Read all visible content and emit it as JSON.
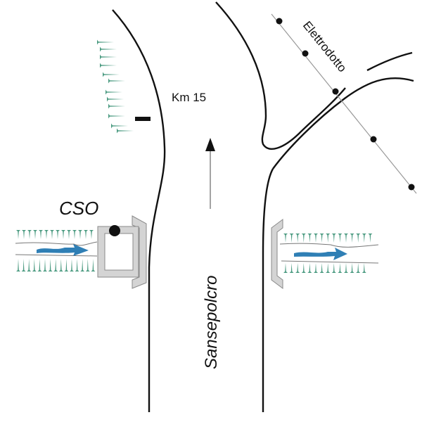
{
  "labels": {
    "km": "Km 15",
    "cso": "CSO",
    "direction": "Sansepolcro",
    "powerline": "Elettrodotto"
  },
  "colors": {
    "road": "#111111",
    "vegetation": "#4a9a80",
    "water": "#2f7fb5",
    "culvert": "#d4d4d4",
    "culvert_edge": "#8a8a8a",
    "powerline": "#999999",
    "pylon": "#111111",
    "bank": "#777777"
  },
  "icons": {
    "km_marker": "marker-bar",
    "direction": "arrow-up",
    "cso": "cso-chamber",
    "pylon": "dot"
  }
}
